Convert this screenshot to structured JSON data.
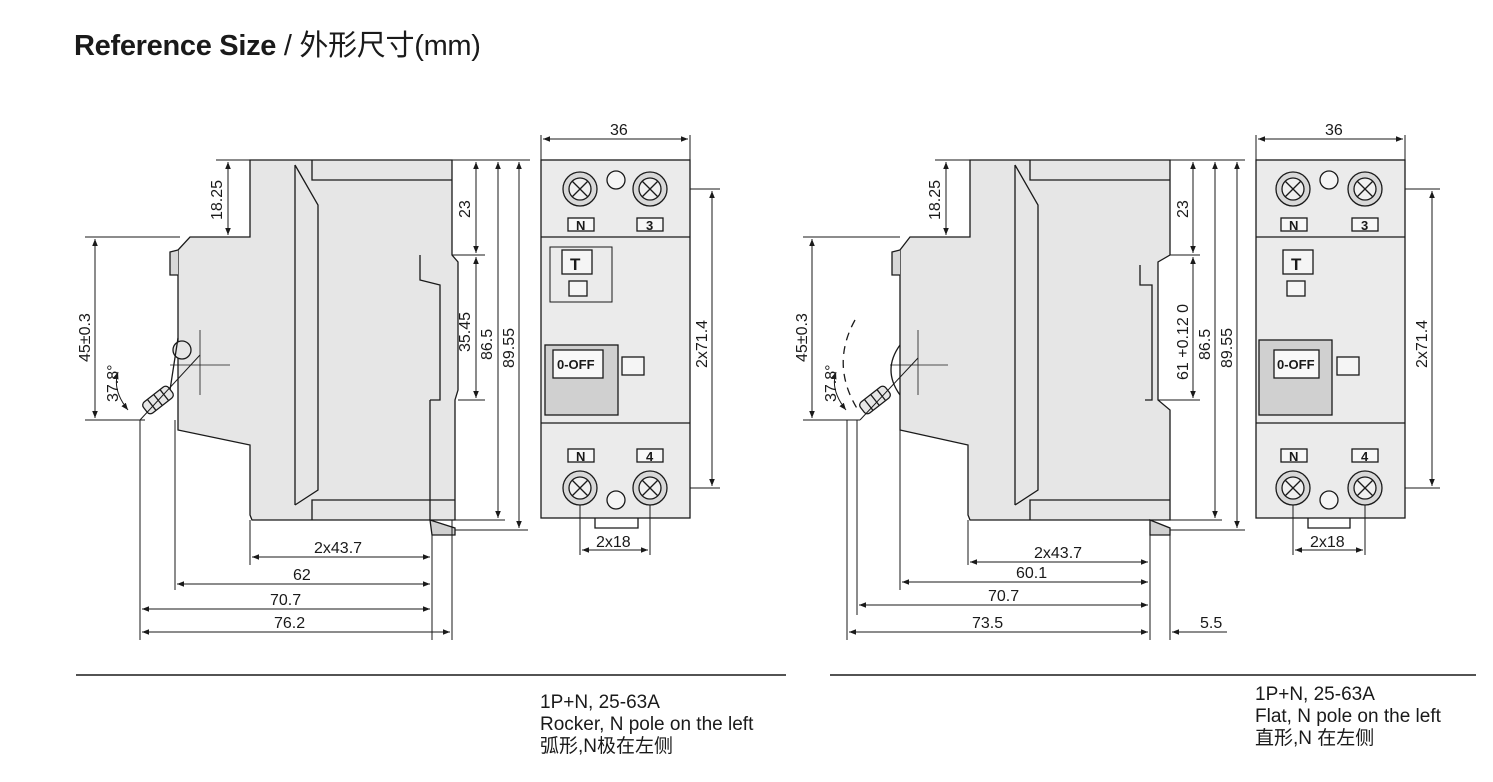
{
  "title": {
    "en": "Reference Size",
    "zh": " / 外形尺寸(mm)"
  },
  "diagrams": [
    {
      "id": "rocker",
      "side": {
        "top_height": "18.25",
        "upper_offset": "23",
        "mid_height": "35.45",
        "body_height": "86.5",
        "total_height": "89.55",
        "lever_height": "45±0.3",
        "angle": "37.8°",
        "w1": "2x43.7",
        "w2": "62",
        "w3": "70.7",
        "w4": "76.2"
      },
      "front": {
        "width": "36",
        "terminal_spacing_v": "2x71.4",
        "terminal_spacing_h": "2x18",
        "top_left": "N",
        "top_right": "3",
        "bottom_left": "N",
        "bottom_right": "4",
        "test_button": "T",
        "switch_label": "0-OFF"
      },
      "caption": [
        "1P+N, 25-63A",
        "Rocker, N pole on the left",
        "弧形,N极在左侧"
      ]
    },
    {
      "id": "flat",
      "side": {
        "top_height": "18.25",
        "upper_offset": "23",
        "mid_height": "61 +0.12 0",
        "body_height": "86.5",
        "total_height": "89.55",
        "lever_height": "45±0.3",
        "angle": "37.8°",
        "w1": "2x43.7",
        "w2": "60.1",
        "w3": "70.7",
        "w4": "73.5",
        "w5": "5.5"
      },
      "front": {
        "width": "36",
        "terminal_spacing_v": "2x71.4",
        "terminal_spacing_h": "2x18",
        "top_left": "N",
        "top_right": "3",
        "bottom_left": "N",
        "bottom_right": "4",
        "test_button": "T",
        "switch_label": "0-OFF"
      },
      "caption": [
        "1P+N, 25-63A",
        "Flat, N pole on the left",
        "直形,N 在左侧"
      ]
    }
  ]
}
